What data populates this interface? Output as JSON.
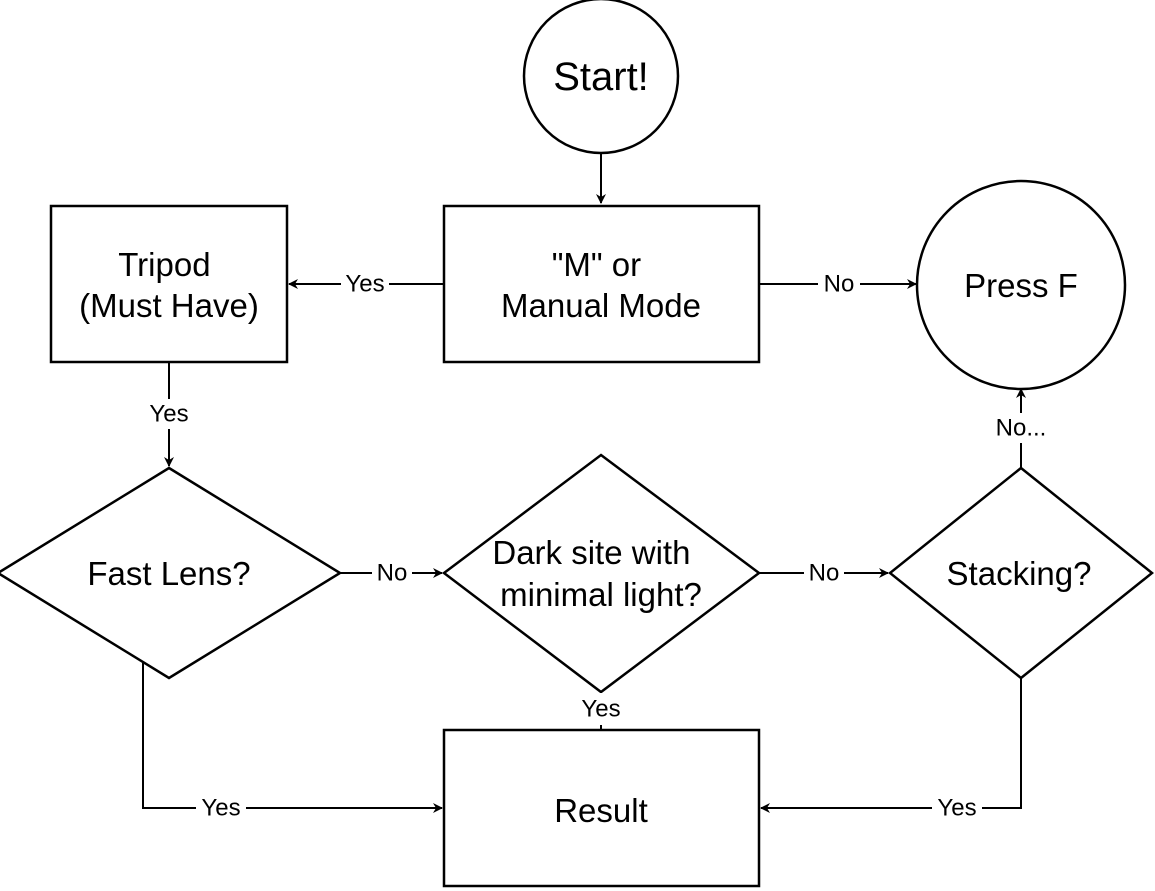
{
  "nodes": {
    "start": {
      "label": "Start!"
    },
    "manual_mode": {
      "line1": "\"M\" or",
      "line2": "Manual Mode"
    },
    "tripod": {
      "line1": "Tripod",
      "line2": "(Must Have)"
    },
    "press_f": {
      "label": "Press F"
    },
    "fast_lens": {
      "label": "Fast Lens?"
    },
    "dark_site": {
      "line1": "Dark site with",
      "line2": "minimal light?"
    },
    "stacking": {
      "label": "Stacking?"
    },
    "result": {
      "label": "Result"
    }
  },
  "edges": {
    "manual_to_tripod": "Yes",
    "manual_to_pressf": "No",
    "tripod_to_fastlens": "Yes",
    "stacking_to_pressf": "No...",
    "fastlens_to_darksite": "No",
    "darksite_to_stacking": "No",
    "darksite_to_result": "Yes",
    "fastlens_to_result": "Yes",
    "stacking_to_result": "Yes"
  },
  "colors": {
    "stroke": "#000000",
    "fill": "#ffffff",
    "text": "#000000"
  }
}
